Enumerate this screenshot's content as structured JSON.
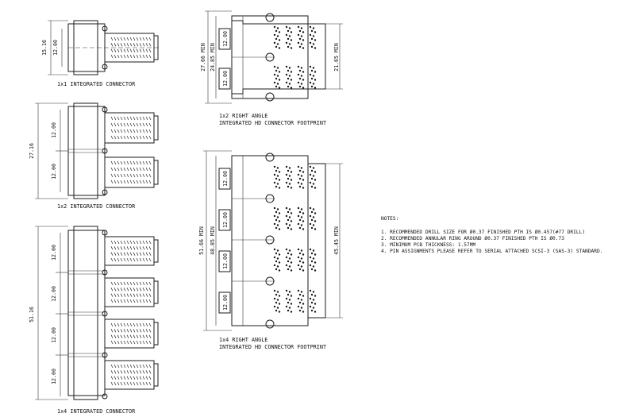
{
  "captions": {
    "c1x1": "1x1 INTEGRATED CONNECTOR",
    "c1x2": "1x2 INTEGRATED CONNECTOR",
    "c1x4": "1x4 INTEGRATED CONNECTOR",
    "fp1x2_line1": "1x2 RIGHT ANGLE",
    "fp1x2_line2": "INTEGRATED HD CONNECTOR FOOTPRINT",
    "fp1x4_line1": "1x4 RIGHT ANGLE",
    "fp1x4_line2": "INTEGRATED HD CONNECTOR FOOTPRINT"
  },
  "dims": {
    "d1x1_overall": "15.16",
    "d1x1_pitch": "12.00",
    "d1x2_overall": "27.16",
    "d1x2_pitch_a": "12.00",
    "d1x2_pitch_b": "12.00",
    "d1x4_overall": "51.16",
    "d1x4_pitch_a": "12.00",
    "d1x4_pitch_b": "12.00",
    "d1x4_pitch_c": "12.00",
    "d1x4_pitch_d": "12.00",
    "fp1x2_outer": "27.66 MIN",
    "fp1x2_inner": "24.85 MIN",
    "fp1x2_pitch_a": "12.00",
    "fp1x2_pitch_b": "12.00",
    "fp1x2_right": "21.65 MIN",
    "fp1x4_outer": "51.66 MIN",
    "fp1x4_inner": "48.85 MIN",
    "fp1x4_pitch_a": "12.00",
    "fp1x4_pitch_b": "12.00",
    "fp1x4_pitch_c": "12.00",
    "fp1x4_pitch_d": "12.00",
    "fp1x4_right": "45.45 MIN"
  },
  "notes": {
    "title": "NOTES:",
    "n1": "1. RECOMMENDED DRILL SIZE FOR Ø0.37 FINISHED PTH IS Ø0.457(#77 DRILL)",
    "n2": "2. RECOMMENDED ANNULAR RING AROUND Ø0.37 FINISHED PTH IS Ø0.73",
    "n3": "3. MINIMUM PCB THICKNESS: 1.57MM",
    "n4": "4. PIN ASSIGNMENTS PLEASE REFER TO SERIAL ATTACHED SCSI-3 (SAS-3) STANDARD."
  },
  "colors": {
    "line": "#1a1a1a",
    "background": "#ffffff"
  }
}
